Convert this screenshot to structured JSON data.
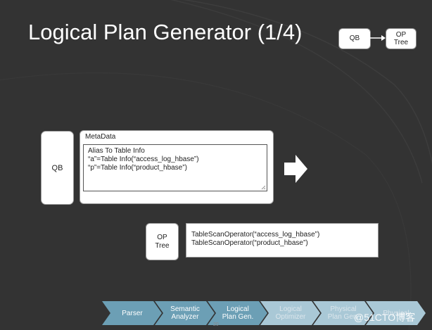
{
  "slide": {
    "title": "Logical Plan Generator (1/4)",
    "mini_diagram": {
      "from": "QB",
      "to_line1": "OP",
      "to_line2": "Tree"
    },
    "qb_label": "QB",
    "metadata": {
      "label": "MetaData",
      "lines": [
        "Alias To Table Info",
        "“a”=Table Info(“access_log_hbase”)",
        "“p”=Table Info(“product_hbase”)"
      ]
    },
    "op_tree": {
      "line1": "OP",
      "line2": "Tree"
    },
    "operators": [
      "TableScanOperator(“access_log_hbase”)",
      "TableScanOperator(“product_hbase”)"
    ],
    "pipeline": [
      {
        "line1": "Parser",
        "line2": ""
      },
      {
        "line1": "Semantic",
        "line2": "Analyzer"
      },
      {
        "line1": "Logical",
        "line2": "Plan Gen."
      },
      {
        "line1": "Logical",
        "line2": "Optimizer"
      },
      {
        "line1": "Physical",
        "line2": "Plan Gen."
      },
      {
        "line1": "Physical",
        "line2": ""
      }
    ],
    "page_number": "20",
    "watermark": "@51CTO博客"
  },
  "colors": {
    "background": "#333333",
    "chevron_active": "#6c9fb5",
    "chevron_inactive": "#a9c8d6"
  }
}
